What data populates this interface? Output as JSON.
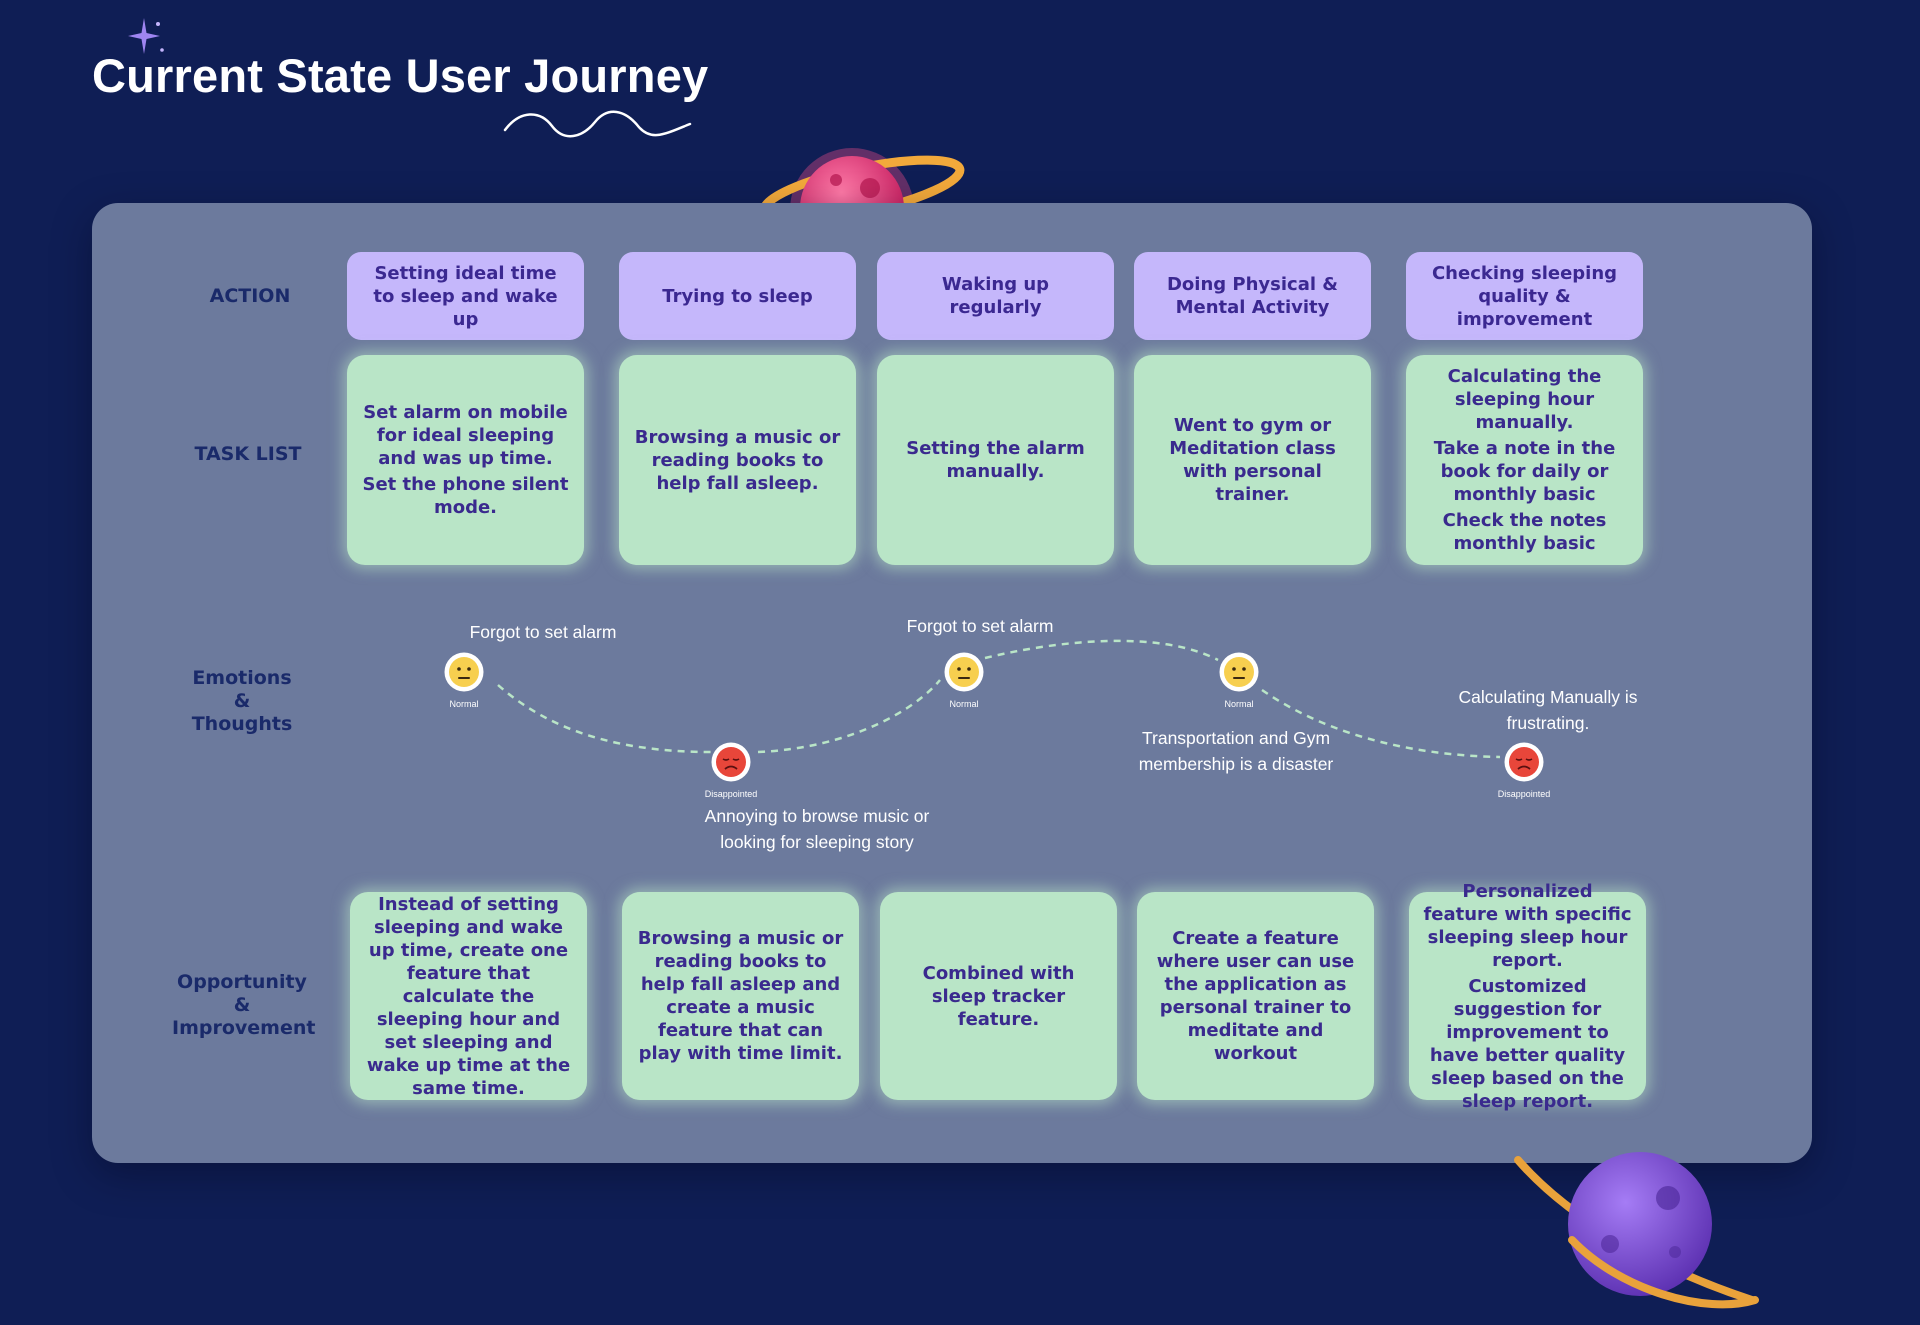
{
  "title": "Current State User Journey",
  "row_labels": {
    "action": "ACTION",
    "task_list": "TASK LIST",
    "emotions": [
      "Emotions",
      "&",
      "Thoughts"
    ],
    "opportunity": [
      "Opportunity",
      "&",
      "Improvement"
    ]
  },
  "actions": [
    "Setting ideal time to sleep and wake up",
    "Trying to sleep",
    "Waking up regularly",
    "Doing Physical & Mental Activity",
    "Checking sleeping quality & improvement"
  ],
  "tasks": [
    [
      "Set alarm on mobile for ideal sleeping and was up time.",
      "Set the phone silent mode."
    ],
    [
      "Browsing a music or reading books to help fall asleep."
    ],
    [
      "Setting the alarm manually."
    ],
    [
      "Went to gym or Meditation class with personal trainer."
    ],
    [
      "Calculating the sleeping hour manually.",
      "Take a note in the book for daily or monthly basic",
      "Check the notes monthly basic"
    ]
  ],
  "emotions": [
    {
      "mood": "Normal",
      "thought": "Forgot to set alarm"
    },
    {
      "mood": "Disappointed",
      "thought": "Annoying to browse music or looking for sleeping story"
    },
    {
      "mood": "Normal",
      "thought": "Forgot to set alarm"
    },
    {
      "mood": "Normal",
      "thought": "Transportation and Gym membership is a disaster"
    },
    {
      "mood": "Disappointed",
      "thought": "Calculating Manually is frustrating."
    }
  ],
  "opportunities": [
    [
      "Instead of setting sleeping and wake up time, create one feature that calculate the sleeping hour and set sleeping and wake up time at the same time."
    ],
    [
      "Browsing a music or reading books to help fall asleep and create a music feature that can play with time limit."
    ],
    [
      "Combined with sleep tracker feature."
    ],
    [
      "Create a feature where user can use the application as personal trainer to meditate and workout"
    ],
    [
      "Personalized feature with specific sleeping sleep hour report.",
      "Customized suggestion for improvement to have better quality sleep based on the sleep report."
    ]
  ],
  "colors": {
    "background": "#0f1e55",
    "board": "#6c7a9d",
    "action_card": "#c5b7fb",
    "green_card": "#b9e5c7",
    "text_dark": "#3a2a8e",
    "normal_face": "#f7cf4f",
    "disappointed_face": "#e8463a"
  }
}
